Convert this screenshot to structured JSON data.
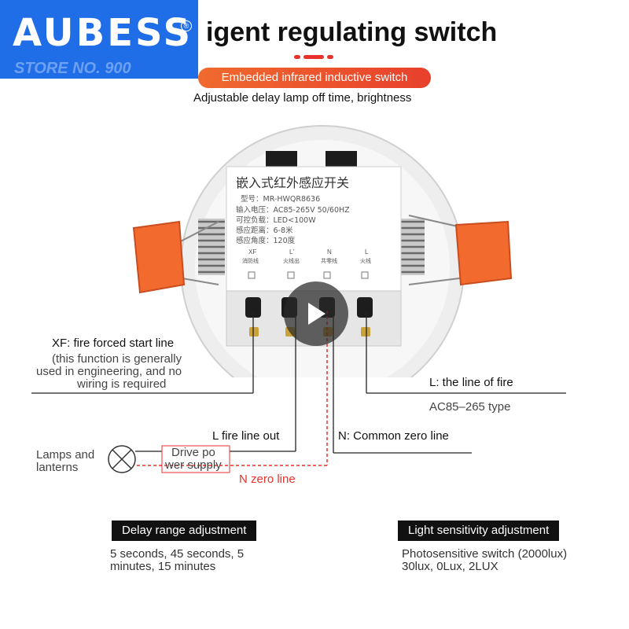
{
  "brand": {
    "name": "AUBESS",
    "registered": "®",
    "store": "STORE NO. 900"
  },
  "title": "igent regulating switch",
  "pill": "Embedded infrared inductive switch",
  "subtitle": "Adjustable delay lamp off time, brightness",
  "device_label": {
    "heading": "嵌入式红外感应开关",
    "lines": [
      "型号：MR-HWQR8636",
      "输入电压：AC85-265V 50/60HZ",
      "可控负载：LED<100W",
      "感应距离：6-8米",
      "感应角度：120度"
    ],
    "terminals": [
      "XF",
      "L'",
      "N",
      "L"
    ],
    "terminal_names": [
      "消防线",
      "火线出",
      "共零线",
      "火线"
    ]
  },
  "annotations": {
    "xf_title": "XF: fire forced start line",
    "xf_note": [
      "(this function is generally",
      "used in engineering, and no",
      "wiring is required"
    ],
    "l_fire": "L: the line of fire",
    "ac_type": "AC85–265 type",
    "l_out": "L fire line out",
    "n_common": "N: Common zero line",
    "lamps": [
      "Lamps and",
      "lanterns"
    ],
    "drive": [
      "Drive po",
      "wer supply"
    ],
    "n_zero": "N zero line"
  },
  "sections": {
    "delay": {
      "title": "Delay range adjustment",
      "body": [
        "5 seconds, 45 seconds, 5",
        "minutes, 15 minutes"
      ]
    },
    "light": {
      "title": "Light sensitivity adjustment",
      "body": [
        "Photosensitive switch (2000lux)",
        "30lux, 0Lux, 2LUX"
      ]
    }
  },
  "colors": {
    "brand_blue": "#1f6ee8",
    "pill_orange": "#ee5a2c",
    "clip_orange": "#f26a2e",
    "zero_line_red": "#e8322c"
  },
  "icons": [
    "play-icon",
    "lamp-icon"
  ]
}
